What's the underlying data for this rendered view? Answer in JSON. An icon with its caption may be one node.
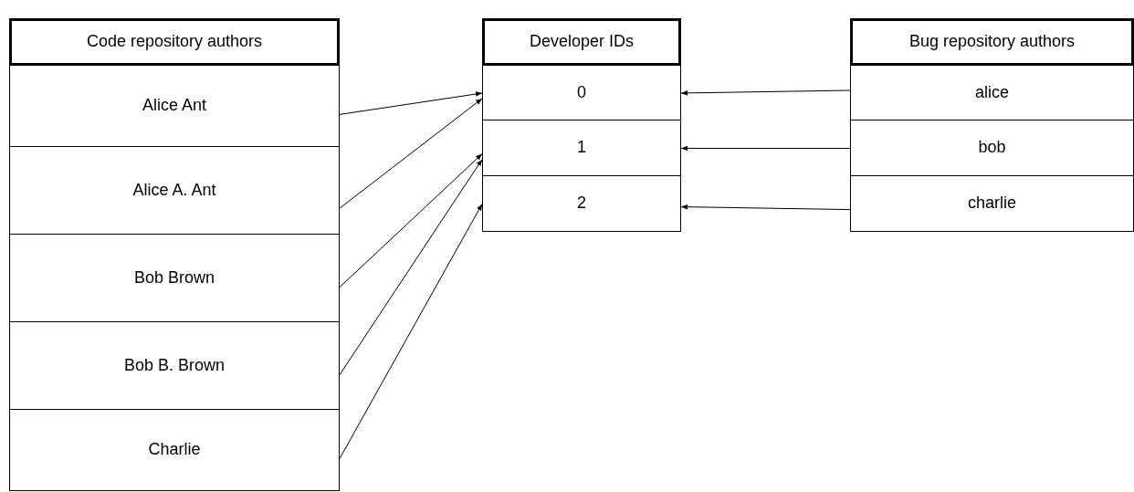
{
  "diagram": {
    "nodes": [
      {
        "text": [
          "Code repository authors"
        ]
      },
      {
        "text": [
          "Alice Ant"
        ]
      },
      {
        "text": [
          "Alice A. Ant"
        ]
      },
      {
        "text": [
          "Bob Brown"
        ]
      },
      {
        "text": [
          "Bob B. Brown"
        ]
      },
      {
        "text": [
          "Charlie"
        ]
      },
      {
        "text": [
          "Developer IDs"
        ]
      },
      {
        "text": [
          "0"
        ]
      },
      {
        "text": [
          "1"
        ]
      },
      {
        "text": [
          "2"
        ]
      },
      {
        "text": [
          "Bug repository authors"
        ]
      },
      {
        "text": [
          "alice"
        ]
      },
      {
        "text": [
          "bob"
        ]
      },
      {
        "text": [
          "charlie"
        ]
      }
    ],
    "edges": [
      {
        "from": 1,
        "to": 7,
        "arrow": "to"
      },
      {
        "from": 2,
        "to": 7,
        "arrow": "to"
      },
      {
        "from": 3,
        "to": 8,
        "arrow": "to"
      },
      {
        "from": 4,
        "to": 8,
        "arrow": "to"
      },
      {
        "from": 5,
        "to": 9,
        "arrow": "to"
      },
      {
        "from": 11,
        "to": 7,
        "arrow": "to"
      },
      {
        "from": 12,
        "to": 8,
        "arrow": "to"
      },
      {
        "from": 13,
        "to": 9,
        "arrow": "to"
      }
    ]
  }
}
